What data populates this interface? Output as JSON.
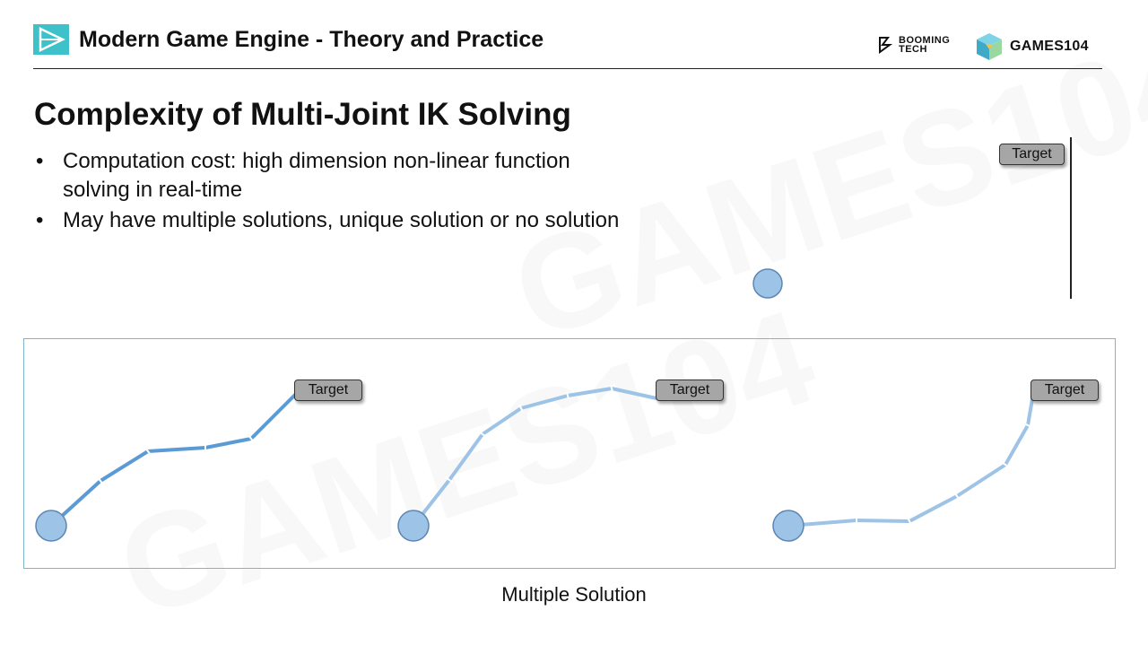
{
  "header": {
    "title": "Modern Game Engine - Theory and Practice",
    "brand_booming_line1": "BOOMING",
    "brand_booming_line2": "TECH",
    "brand_games": "GAMES104"
  },
  "slide": {
    "title": "Complexity of Multi-Joint IK Solving",
    "bullets": [
      "Computation cost: high dimension non-linear function solving in real-time",
      "May have multiple solutions, unique solution or no solution"
    ]
  },
  "diagram": {
    "target_label": "Target",
    "caption": "Multiple Solution"
  },
  "colors": {
    "accent_teal": "#3fc1c9",
    "joint_fill": "#9dc3e6",
    "joint_stroke": "#5b86b3",
    "chain_dark": "#5b9bd5",
    "chain_light": "#9dc3e6",
    "box_border": "#7fb6cc"
  },
  "icons": [
    "play-logo-icon",
    "booming-tech-logo-icon",
    "games104-cube-icon"
  ]
}
